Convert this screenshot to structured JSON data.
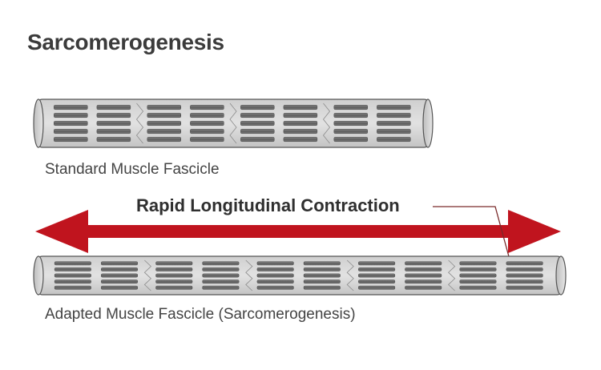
{
  "title": "Sarcomerogenesis",
  "standard_label": "Standard Muscle Fascicle",
  "contraction_label": "Rapid Longitudinal Contraction",
  "adapted_label": "Adapted Muscle Fascicle (Sarcomerogenesis)",
  "colors": {
    "arrow": "#c0141e",
    "fascicle_fill": "#d6d6d6",
    "filament": "#6b6b6b",
    "outline": "#555555",
    "leader_line": "#7a2a2a"
  },
  "icons": [
    "double-headed-arrow",
    "muscle-fascicle-standard",
    "muscle-fascicle-adapted"
  ]
}
